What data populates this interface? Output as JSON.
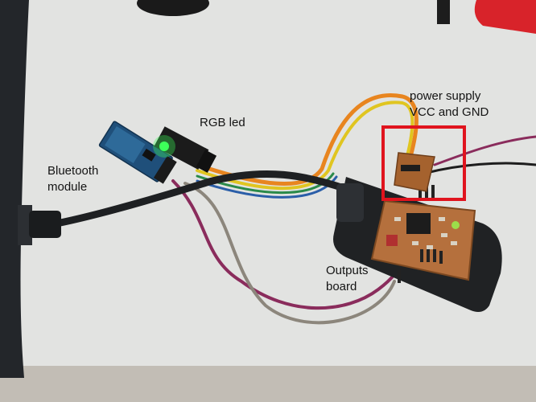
{
  "labels": {
    "rgb_led": "RGB led",
    "power_supply_line1": "power supply",
    "power_supply_line2": "VCC and GND",
    "bluetooth_line1": "Bluetooth",
    "bluetooth_line2": "module",
    "outputs_line1": "Outputs",
    "outputs_line2": "board"
  },
  "colors": {
    "desk": "#e2e3e1",
    "highlight_box": "#e0141e",
    "pcb": "#b5703d",
    "usb_cable": "#1e2022",
    "bluetooth_board": "#1f4f7a",
    "rgb_led_glow": "#3dff5a",
    "wire_orange": "#e8851f",
    "wire_yellow": "#e0c520",
    "wire_purple": "#8a2c5c",
    "wire_grey": "#8c867c"
  }
}
